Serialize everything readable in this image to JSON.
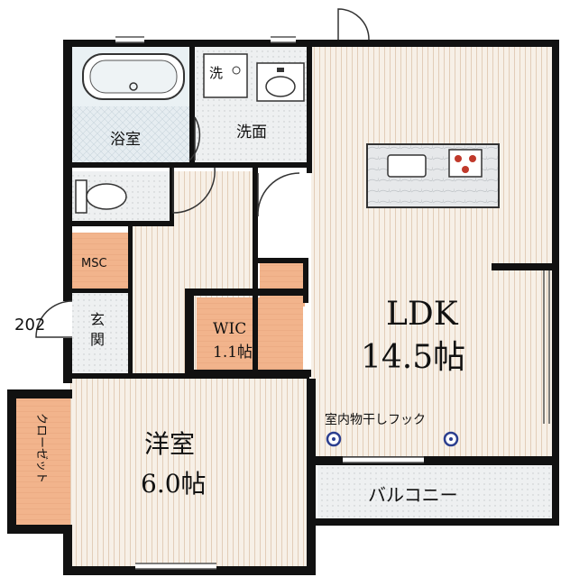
{
  "unit_number": "202",
  "rooms": {
    "bath": "浴室",
    "washroom": "洗面",
    "washer": "洗",
    "msc": "MSC",
    "entrance": "玄\n関",
    "wic_name": "WIC",
    "wic_size": "1.1帖",
    "ldk_name": "LDK",
    "ldk_size": "14.5帖",
    "western_name": "洋室",
    "western_size": "6.0帖",
    "closet": "クローゼット",
    "balcony": "バルコニー",
    "hook": "室内物干しフック"
  },
  "colors": {
    "wall": "#111111",
    "floor": "#f6efe6",
    "tile": "#d9e4ea",
    "storage": "#f2b48c",
    "marble": "#e3e6e8"
  }
}
